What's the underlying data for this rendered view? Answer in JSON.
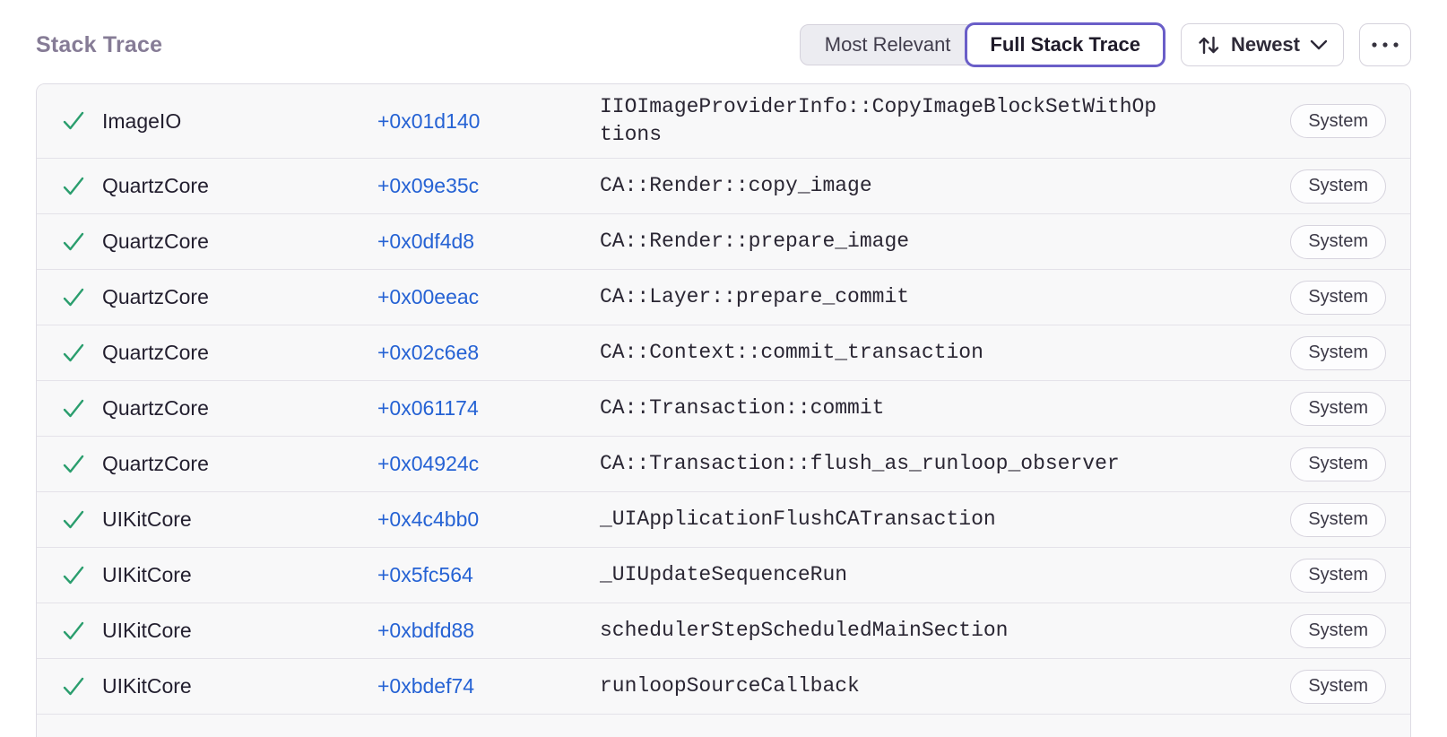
{
  "header": {
    "title": "Stack Trace",
    "controls": {
      "segmented": [
        {
          "label": "Most Relevant",
          "selected": false
        },
        {
          "label": "Full Stack Trace",
          "selected": true
        }
      ],
      "sort_label": "Newest"
    }
  },
  "colors": {
    "accent_purple": "#6a5ec8",
    "link_blue": "#2562d4",
    "check_green": "#2b9e6e",
    "title_gray_purple": "#867c96",
    "row_background": "#f8f8f9",
    "divider": "#e4e2e9"
  },
  "icons": {
    "check": "check-icon",
    "sort": "sort-arrows-icon",
    "chevron": "chevron-down-icon",
    "more": "ellipsis-icon"
  },
  "frames": [
    {
      "module": "ImageIO",
      "address": "+0x01d140",
      "function": "IIOImageProviderInfo::CopyImageBlockSetWithOptions",
      "tag": "System"
    },
    {
      "module": "QuartzCore",
      "address": "+0x09e35c",
      "function": "CA::Render::copy_image",
      "tag": "System"
    },
    {
      "module": "QuartzCore",
      "address": "+0x0df4d8",
      "function": "CA::Render::prepare_image",
      "tag": "System"
    },
    {
      "module": "QuartzCore",
      "address": "+0x00eeac",
      "function": "CA::Layer::prepare_commit",
      "tag": "System"
    },
    {
      "module": "QuartzCore",
      "address": "+0x02c6e8",
      "function": "CA::Context::commit_transaction",
      "tag": "System"
    },
    {
      "module": "QuartzCore",
      "address": "+0x061174",
      "function": "CA::Transaction::commit",
      "tag": "System"
    },
    {
      "module": "QuartzCore",
      "address": "+0x04924c",
      "function": "CA::Transaction::flush_as_runloop_observer",
      "tag": "System"
    },
    {
      "module": "UIKitCore",
      "address": "+0x4c4bb0",
      "function": "_UIApplicationFlushCATransaction",
      "tag": "System"
    },
    {
      "module": "UIKitCore",
      "address": "+0x5fc564",
      "function": "_UIUpdateSequenceRun",
      "tag": "System"
    },
    {
      "module": "UIKitCore",
      "address": "+0xbdfd88",
      "function": "schedulerStepScheduledMainSection",
      "tag": "System"
    },
    {
      "module": "UIKitCore",
      "address": "+0xbdef74",
      "function": "runloopSourceCallback",
      "tag": "System"
    }
  ]
}
